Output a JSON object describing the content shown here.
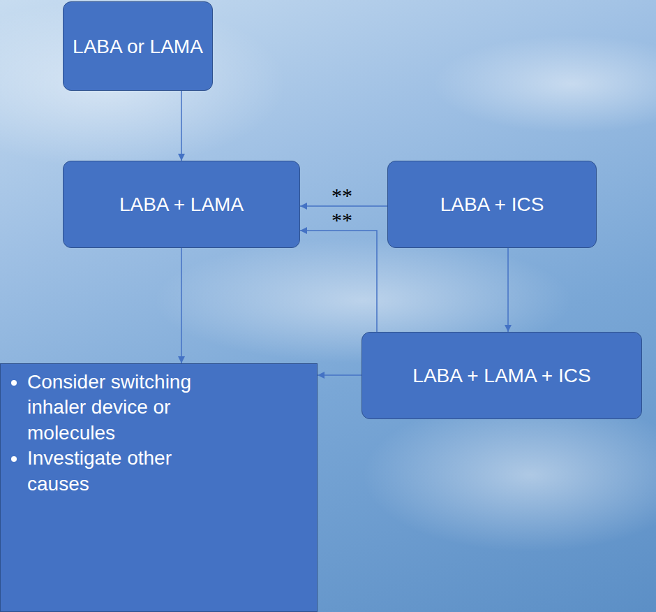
{
  "diagram": {
    "nodes": [
      {
        "text": [
          "LABA or LAMA"
        ]
      },
      {
        "text": [
          "LABA + LAMA"
        ]
      },
      {
        "text": [
          "LABA + ICS"
        ]
      },
      {
        "text": [
          "LABA + LAMA + ICS"
        ]
      },
      {
        "text": [
          "Consider switching inhaler device or molecules",
          "Investigate other causes"
        ]
      }
    ],
    "edges": [
      {
        "from": 0,
        "to": 1,
        "arrow": "to"
      },
      {
        "from": 2,
        "to": 1,
        "arrow": "to",
        "label": "**"
      },
      {
        "from": 3,
        "to": 1,
        "arrow": "to",
        "label": "**"
      },
      {
        "from": 2,
        "to": 3,
        "arrow": "to"
      },
      {
        "from": 1,
        "to": 4,
        "arrow": "to"
      },
      {
        "from": 3,
        "to": 4,
        "arrow": "to"
      }
    ]
  }
}
